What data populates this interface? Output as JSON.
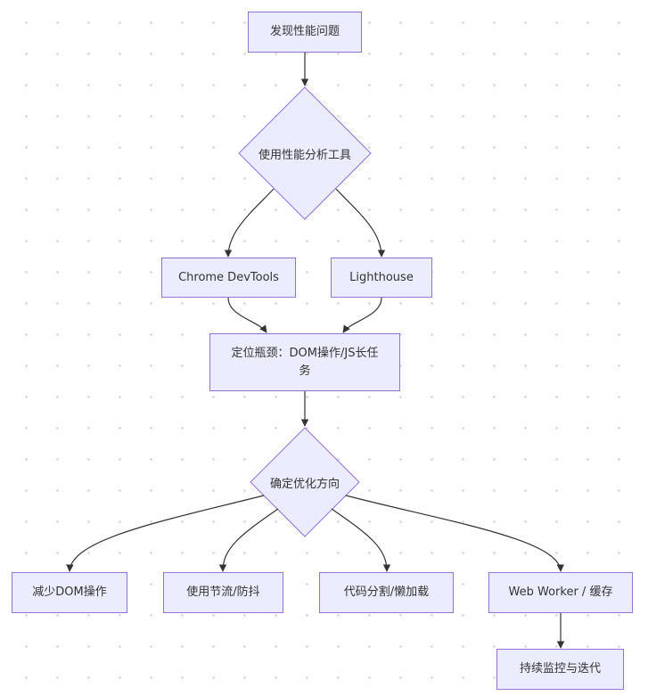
{
  "diagram": {
    "nodes": {
      "discover": "发现性能问题",
      "tools": "使用性能分析工具",
      "devtools": "Chrome DevTools",
      "lighthouse": "Lighthouse",
      "locate": "定位瓶颈：DOM操作/JS长任务",
      "direction": "确定优化方向",
      "reduce_dom": "减少DOM操作",
      "throttle": "使用节流/防抖",
      "split": "代码分割/懒加载",
      "worker": "Web Worker / 缓存",
      "monitor": "持续监控与迭代"
    },
    "colors": {
      "node_fill": "#ececff",
      "node_border": "#9370db",
      "edge": "#333333",
      "text": "#333333"
    }
  }
}
